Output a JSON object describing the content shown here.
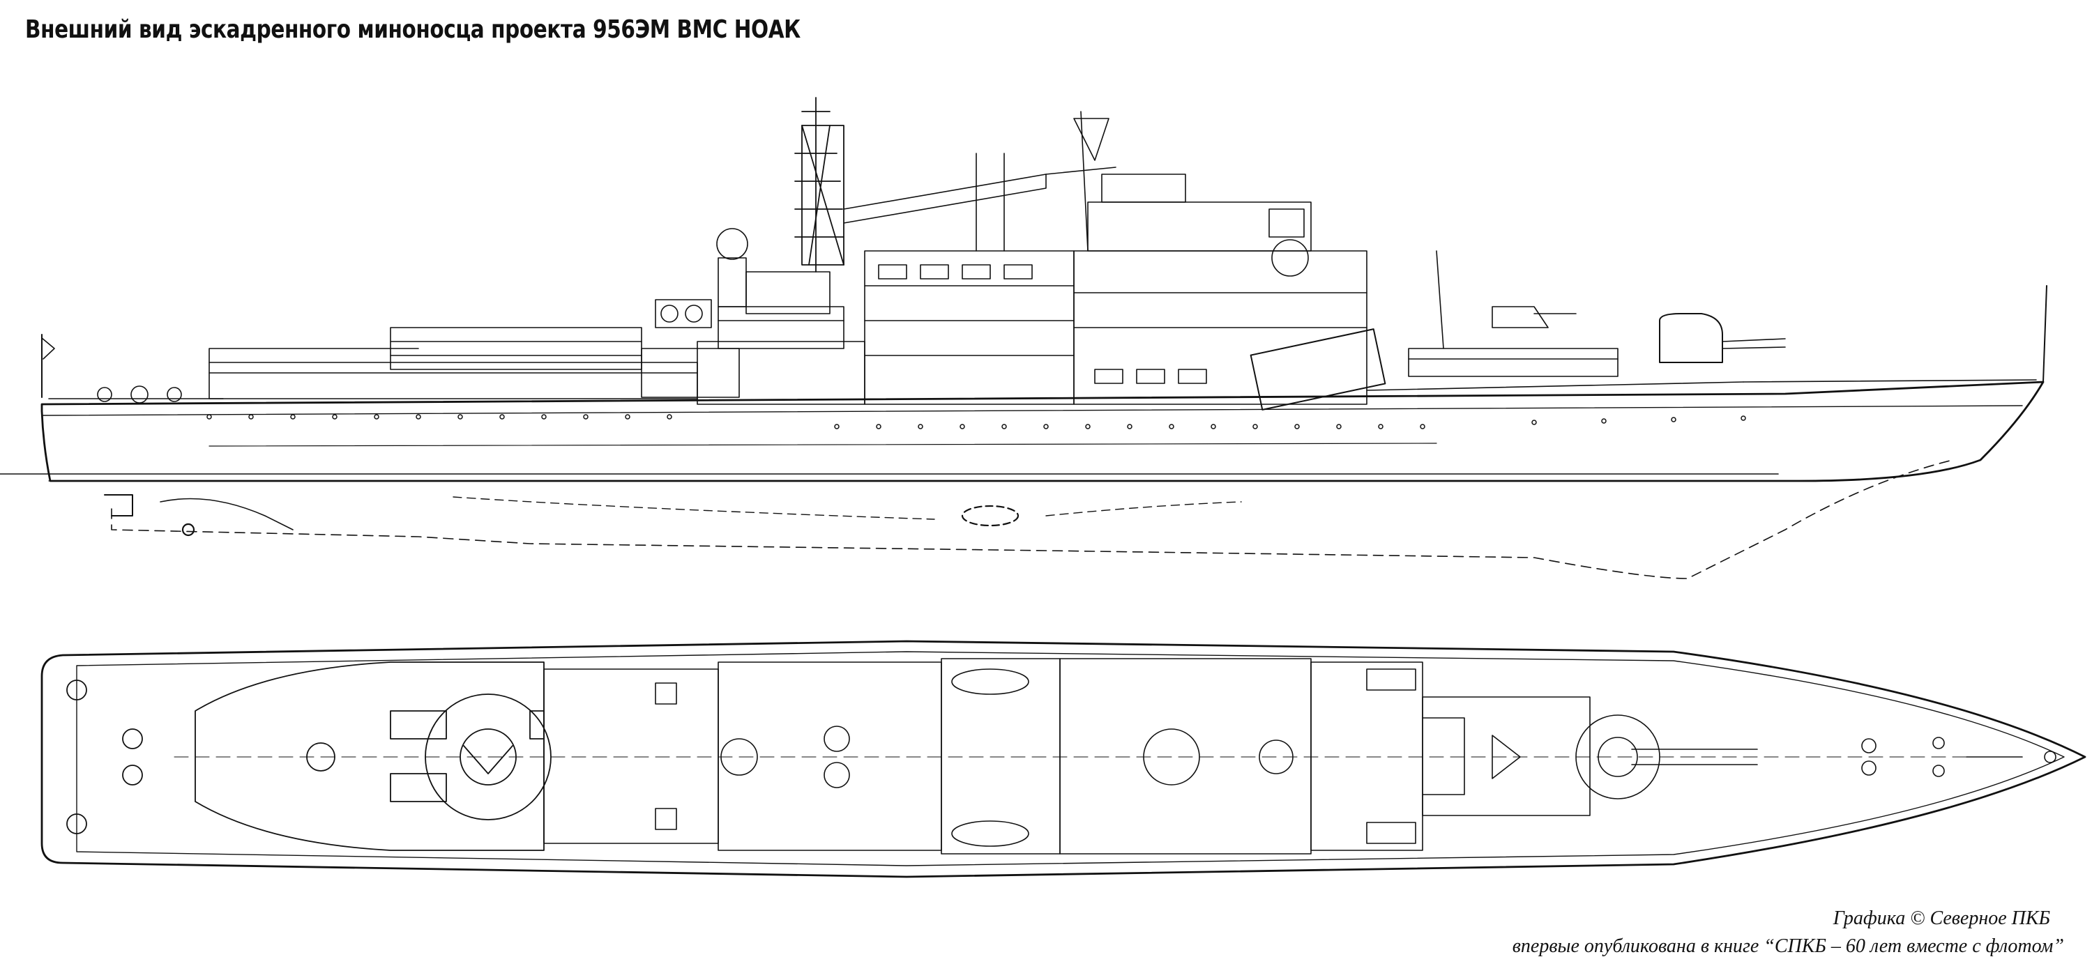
{
  "title": "Внешний вид эскадренного миноносца проекта 956ЭМ ВМС НОАК",
  "credit": {
    "line1": "Графика  © Северное ПКБ",
    "line2": "впервые опубликована в книге “СПКБ – 60 лет вместе с флотом”"
  },
  "views": [
    "side-elevation",
    "plan-view"
  ]
}
